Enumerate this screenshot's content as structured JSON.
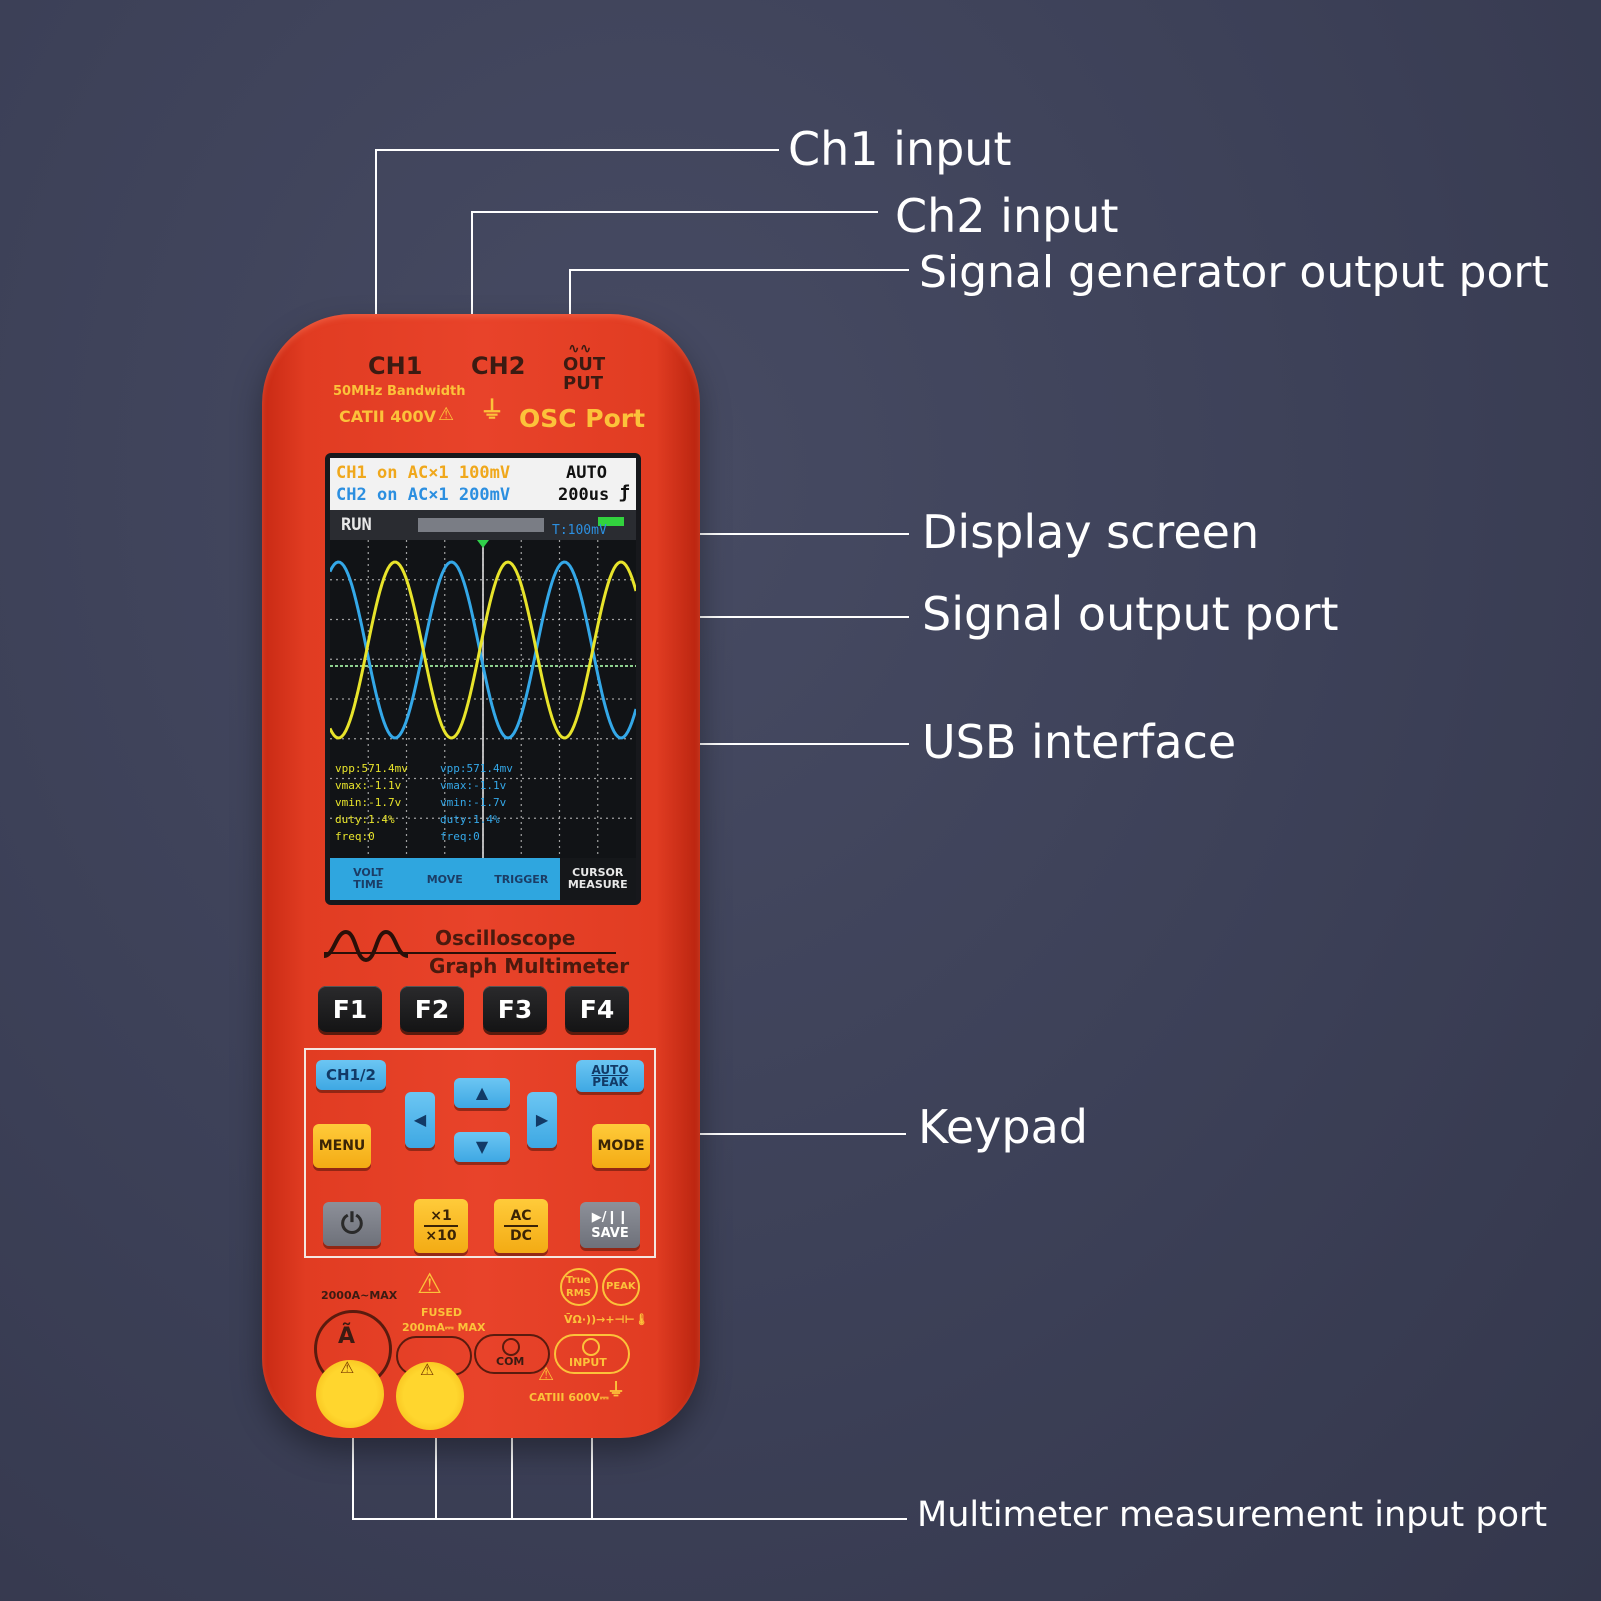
{
  "callouts": {
    "ch1_input": "Ch1 input",
    "ch2_input": "Ch2 input",
    "signal_generator_output_port": "Signal generator output port",
    "display_screen": "Display screen",
    "signal_output_port": "Signal output port",
    "usb_interface": "USB interface",
    "keypad": "Keypad",
    "multimeter_measurement_input_port": "Multimeter measurement input port"
  },
  "device": {
    "top": {
      "ch1": "CH1",
      "ch2": "CH2",
      "bandwidth": "50MHz Bandwidth",
      "rating": "CATII 400V",
      "out_line1": "OUT",
      "out_line2": "PUT",
      "osc_port": "OSC Port"
    },
    "screen": {
      "ch1_line": {
        "channel": "CH1",
        "state": "on",
        "coupling": "AC",
        "probe": "×1",
        "volts": "100mV"
      },
      "ch2_line": {
        "channel": "CH2",
        "state": "on",
        "coupling": "AC",
        "probe": "×1",
        "volts": "200mV"
      },
      "trigger_mode": "AUTO",
      "timebase": "200us",
      "run_state": "RUN",
      "trigger_level": "T:100mV",
      "ch1_measurements": [
        "vpp:571.4mv",
        "vmax:-1.1v",
        "vmin:-1.7v",
        "duty:1.4%",
        "freq:0"
      ],
      "ch2_measurements": [
        "vpp:571.4mv",
        "vmax:-1.1v",
        "vmin:-1.7v",
        "duty:1.4%",
        "freq:0"
      ],
      "softkeys": [
        {
          "line1": "VOLT",
          "line2": "TIME"
        },
        {
          "line1": "MOVE",
          "line2": ""
        },
        {
          "line1": "TRIGGER",
          "line2": ""
        },
        {
          "line1": "CURSOR",
          "line2": "MEASURE"
        }
      ],
      "colors": {
        "ch1": "#e8e42b",
        "ch2": "#34a8e8",
        "grid": "#d0d0d0",
        "header_ch1": "#f0a81c",
        "header_ch2": "#2c8fe0"
      }
    },
    "brand": {
      "line1": "Oscilloscope",
      "line2": "Graph Multimeter"
    },
    "function_keys": [
      "F1",
      "F2",
      "F3",
      "F4"
    ],
    "keypad": {
      "ch_select": "CH1/2",
      "auto_line1": "AUTO",
      "auto_line2": "PEAK",
      "menu": "MENU",
      "mode": "MODE",
      "range_top": "×1",
      "range_bottom": "×10",
      "coupling_top": "AC",
      "coupling_bottom": "DC",
      "play_label": "▶/❙❙",
      "save_label": "SAVE"
    },
    "bottom": {
      "current_max": "2000A~MAX",
      "fused": "FUSED",
      "fuse_rating": "200mA⎓ MAX",
      "true_rms_line1": "True",
      "true_rms_line2": "RMS",
      "peak": "PEAK",
      "functions": "V̄Ω·))→+⊣⊢🌡",
      "com": "COM",
      "input": "INPUT",
      "cat_rating": "CATIII 600V⎓"
    }
  }
}
